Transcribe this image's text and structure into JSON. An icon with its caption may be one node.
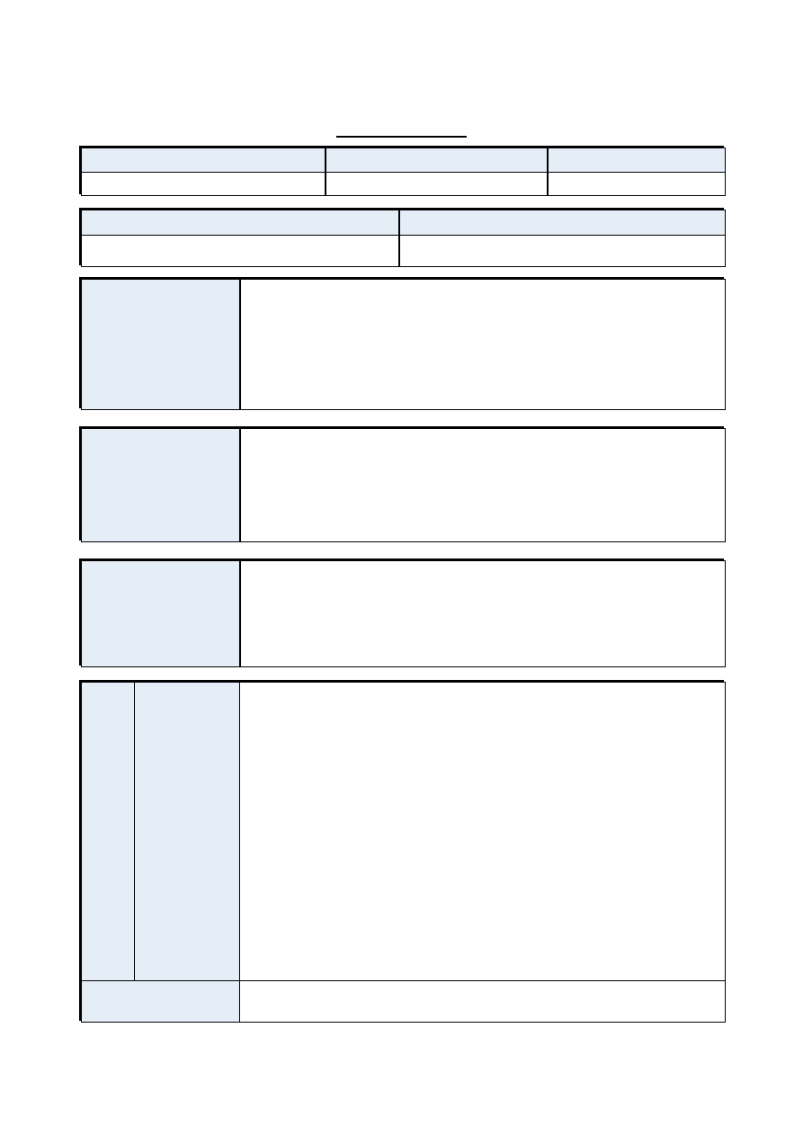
{
  "diagram": {
    "nodes": [
      {
        "text": [],
        "shape": "box"
      },
      {
        "text": [],
        "shape": "box",
        "in": 0
      },
      {
        "text": [],
        "shape": "box",
        "in": 0
      },
      {
        "text": [],
        "shape": "box",
        "in": 0
      },
      {
        "text": [],
        "shape": "box",
        "in": 0
      },
      {
        "text": [],
        "shape": "box",
        "in": 0
      },
      {
        "text": [],
        "shape": "box",
        "in": 0
      },
      {
        "text": [],
        "shape": "box"
      },
      {
        "text": [],
        "shape": "box",
        "in": 7
      },
      {
        "text": [],
        "shape": "box",
        "in": 7
      },
      {
        "text": [],
        "shape": "box",
        "in": 7
      },
      {
        "text": [],
        "shape": "box",
        "in": 7
      },
      {
        "text": [],
        "shape": "box"
      },
      {
        "text": [],
        "shape": "box",
        "in": 12
      },
      {
        "text": [],
        "shape": "box",
        "in": 12
      },
      {
        "text": [],
        "shape": "box"
      },
      {
        "text": [],
        "shape": "box",
        "in": 15
      },
      {
        "text": [],
        "shape": "box",
        "in": 15
      },
      {
        "text": [],
        "shape": "box"
      },
      {
        "text": [],
        "shape": "box",
        "in": 18
      },
      {
        "text": [],
        "shape": "box",
        "in": 18
      },
      {
        "text": [],
        "shape": "box"
      },
      {
        "text": [],
        "shape": "box",
        "in": 21
      },
      {
        "text": [],
        "shape": "box",
        "in": 21
      },
      {
        "text": [],
        "shape": "box",
        "in": 21
      },
      {
        "text": [],
        "shape": "box",
        "in": 21
      },
      {
        "text": [],
        "shape": "box",
        "in": 21
      }
    ]
  }
}
